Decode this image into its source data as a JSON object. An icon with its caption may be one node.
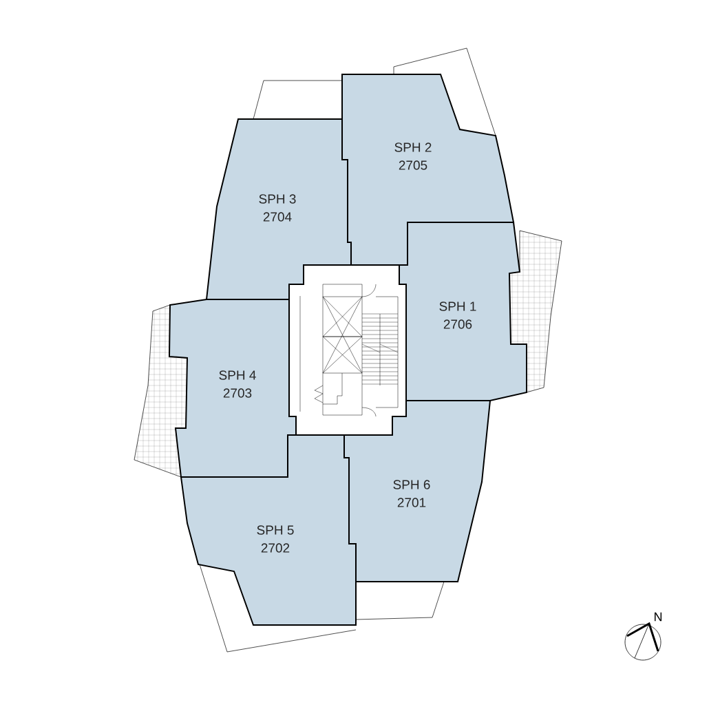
{
  "diagram": {
    "nodes": [
      {
        "text": [
          "SPH 2",
          "2705"
        ]
      },
      {
        "text": [
          "SPH 3",
          "2704"
        ]
      },
      {
        "text": [
          "SPH 1",
          "2706"
        ]
      },
      {
        "text": [
          "SPH 4",
          "2703"
        ]
      },
      {
        "text": [
          "SPH 6",
          "2701"
        ]
      },
      {
        "text": [
          "SPH 5",
          "2702"
        ]
      }
    ],
    "labels": [
      "N"
    ]
  }
}
